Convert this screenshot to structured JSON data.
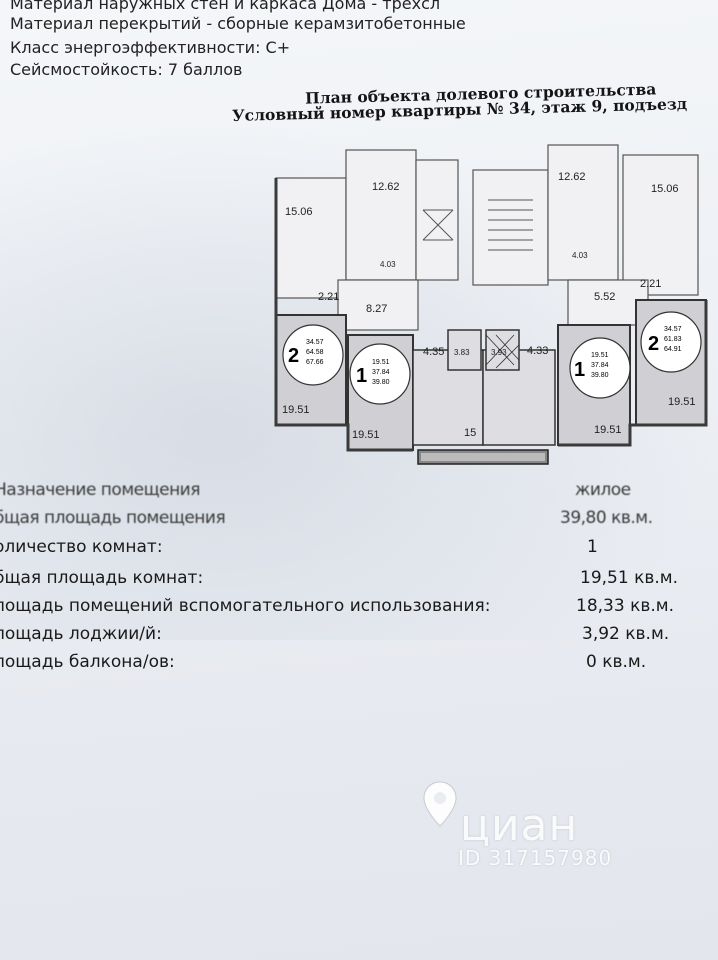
{
  "header_lines": [
    "Материал наружных стен и каркаса Дома - трехсл",
    "Материал перекрытий - сборные керамзитобетонные",
    "Класс энергоэффективности: С+",
    "Сейсмостойкость: 7 баллов"
  ],
  "plan_title": {
    "line1": "План объекта долевого строительства",
    "line2": "Условный номер квартиры № 34, этаж 9, подъезд"
  },
  "floor_plan": {
    "labels": [
      "15.06",
      "12.62",
      "12.62",
      "15.06",
      "2.21",
      "8.27",
      "5.52",
      "2.21",
      "4.03",
      "4.03",
      "4.35",
      "4.33",
      "3.83",
      "3.93",
      "19.51",
      "19.51",
      "19.51",
      "19.51",
      "15"
    ],
    "apartments": [
      {
        "rooms": "2",
        "lines": [
          "34.57",
          "64.58",
          "67.66"
        ]
      },
      {
        "rooms": "1",
        "lines": [
          "19.51",
          "37.84",
          "39.80"
        ]
      },
      {
        "rooms": "1",
        "lines": [
          "19.51",
          "37.84",
          "39.80"
        ]
      },
      {
        "rooms": "2",
        "lines": [
          "34.57",
          "61.83",
          "64.91"
        ]
      }
    ]
  },
  "params": [
    {
      "label": "Назначение помещения",
      "value": "жилое",
      "blurred": true
    },
    {
      "label": "бщая площадь помещения",
      "value": "39,80 кв.м.",
      "blurred": true
    },
    {
      "label": "оличество комнат:",
      "value": "1",
      "blurred": false
    },
    {
      "label": "бщая площадь комнат:",
      "value": "19,51 кв.м.",
      "blurred": false
    },
    {
      "label": "лощадь помещений вспомогательного использования:",
      "value": "18,33 кв.м.",
      "blurred": false
    },
    {
      "label": "лощадь лоджии/й:",
      "value": "3,92 кв.м.",
      "blurred": false
    },
    {
      "label": "лощадь балкона/ов:",
      "value": "0 кв.м.",
      "blurred": false
    }
  ],
  "watermark": {
    "brand": "циан",
    "id": "ID 317157980",
    "icon": "map-pin-icon"
  },
  "colors": {
    "apartment_fill": "#cfcfd4",
    "wall": "#3a3a3a",
    "paper": "#eef1f5"
  }
}
